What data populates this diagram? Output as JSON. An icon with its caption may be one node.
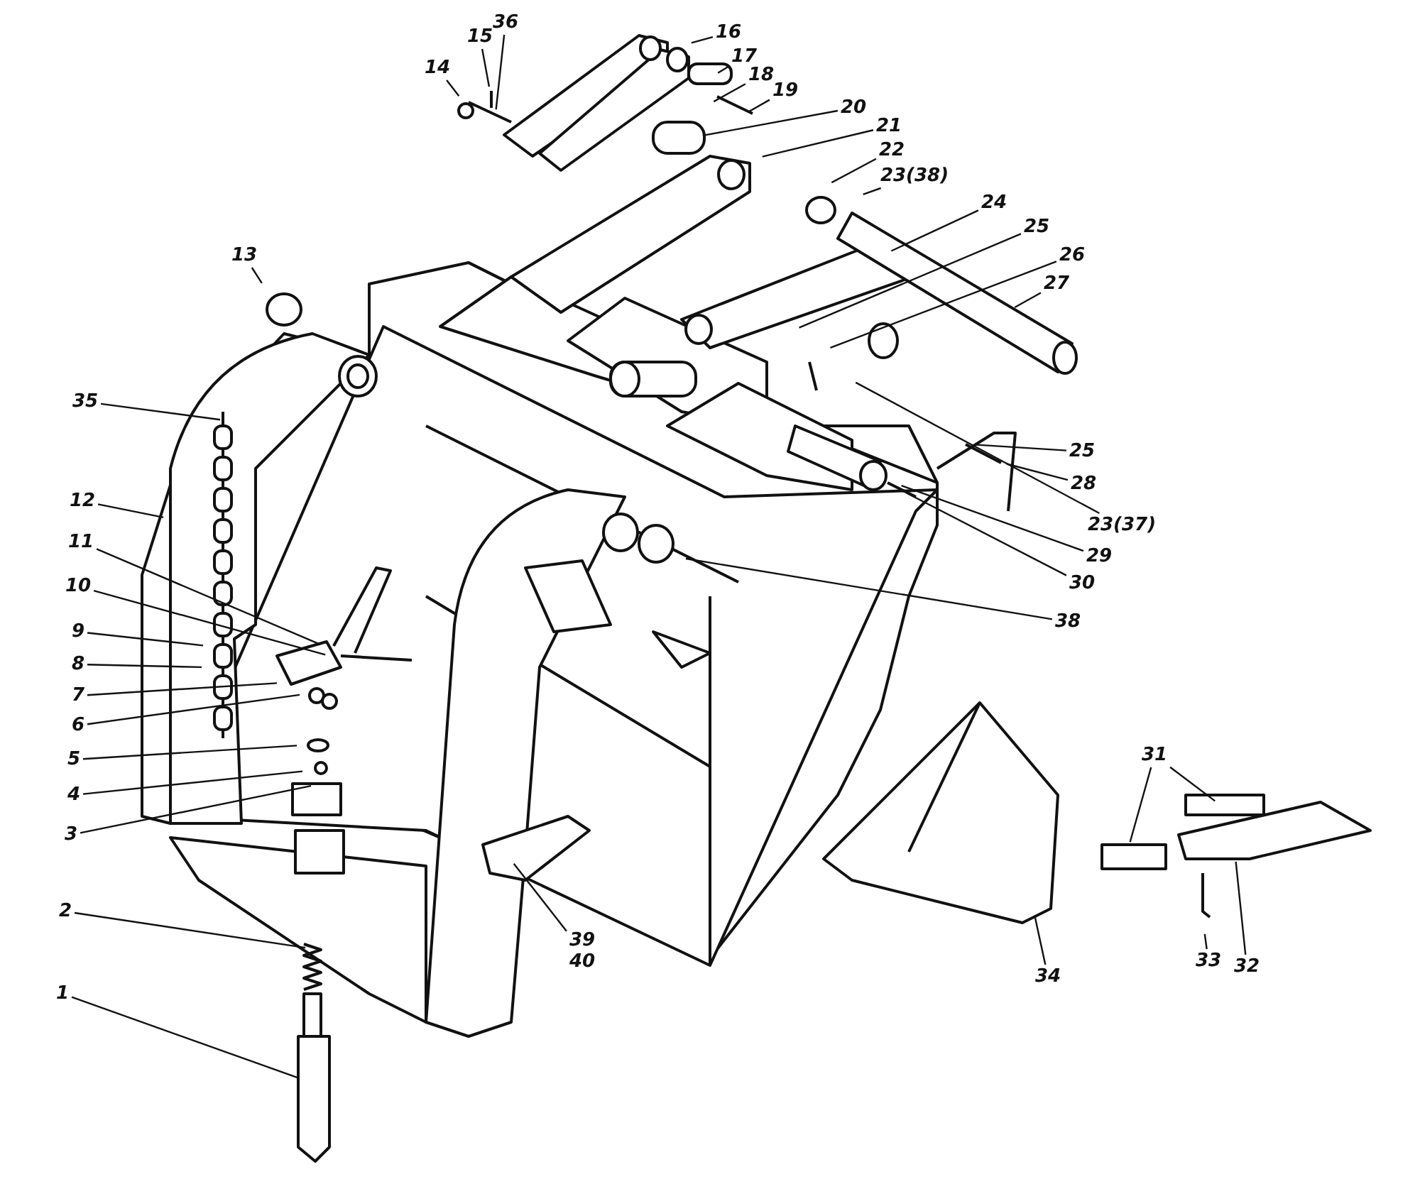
{
  "diagram": {
    "nodes": [
      {
        "text": [
          "14"
        ]
      },
      {
        "text": [
          "15"
        ]
      },
      {
        "text": [
          "36"
        ]
      },
      {
        "text": [
          "16"
        ]
      },
      {
        "text": [
          "17"
        ]
      },
      {
        "text": [
          "18"
        ]
      },
      {
        "text": [
          "19"
        ]
      },
      {
        "text": [
          "20"
        ]
      },
      {
        "text": [
          "21"
        ]
      },
      {
        "text": [
          "22"
        ]
      },
      {
        "text": [
          "23(38)"
        ]
      },
      {
        "text": [
          "24"
        ]
      },
      {
        "text": [
          "25"
        ]
      },
      {
        "text": [
          "26"
        ]
      },
      {
        "text": [
          "27"
        ]
      },
      {
        "text": [
          "13"
        ]
      },
      {
        "text": [
          "35"
        ]
      },
      {
        "text": [
          "25"
        ]
      },
      {
        "text": [
          "28"
        ]
      },
      {
        "text": [
          "23(37)"
        ]
      },
      {
        "text": [
          "29"
        ]
      },
      {
        "text": [
          "30"
        ]
      },
      {
        "text": [
          "12"
        ]
      },
      {
        "text": [
          "11"
        ]
      },
      {
        "text": [
          "10"
        ]
      },
      {
        "text": [
          "9"
        ]
      },
      {
        "text": [
          "8"
        ]
      },
      {
        "text": [
          "7"
        ]
      },
      {
        "text": [
          "6"
        ]
      },
      {
        "text": [
          "38"
        ]
      },
      {
        "text": [
          "5"
        ]
      },
      {
        "text": [
          "4"
        ]
      },
      {
        "text": [
          "3"
        ]
      },
      {
        "text": [
          "31"
        ]
      },
      {
        "text": [
          "2"
        ]
      },
      {
        "text": [
          "39",
          "40"
        ]
      },
      {
        "text": [
          "34"
        ]
      },
      {
        "text": [
          "33"
        ]
      },
      {
        "text": [
          "32"
        ]
      },
      {
        "text": [
          "1"
        ]
      }
    ],
    "edges": [
      {
        "from": 0,
        "to": null,
        "arrow": "none"
      },
      {
        "from": 1,
        "to": null,
        "arrow": "none"
      },
      {
        "from": 2,
        "to": null,
        "arrow": "none"
      },
      {
        "from": 3,
        "to": null,
        "arrow": "none"
      },
      {
        "from": 4,
        "to": null,
        "arrow": "none"
      },
      {
        "from": 5,
        "to": null,
        "arrow": "none"
      },
      {
        "from": 6,
        "to": null,
        "arrow": "none"
      },
      {
        "from": 7,
        "to": null,
        "arrow": "none"
      },
      {
        "from": 8,
        "to": null,
        "arrow": "none"
      },
      {
        "from": 9,
        "to": null,
        "arrow": "none"
      },
      {
        "from": 10,
        "to": null,
        "arrow": "none"
      },
      {
        "from": 11,
        "to": null,
        "arrow": "none"
      },
      {
        "from": 12,
        "to": null,
        "arrow": "none"
      },
      {
        "from": 13,
        "to": null,
        "arrow": "none"
      },
      {
        "from": 14,
        "to": null,
        "arrow": "none"
      },
      {
        "from": 15,
        "to": null,
        "arrow": "none"
      },
      {
        "from": 16,
        "to": null,
        "arrow": "none"
      },
      {
        "from": 17,
        "to": null,
        "arrow": "none"
      },
      {
        "from": 18,
        "to": null,
        "arrow": "none"
      },
      {
        "from": 19,
        "to": null,
        "arrow": "none"
      },
      {
        "from": 20,
        "to": null,
        "arrow": "none"
      },
      {
        "from": 21,
        "to": null,
        "arrow": "none"
      },
      {
        "from": 22,
        "to": null,
        "arrow": "none"
      },
      {
        "from": 23,
        "to": null,
        "arrow": "none"
      },
      {
        "from": 24,
        "to": null,
        "arrow": "none"
      },
      {
        "from": 25,
        "to": null,
        "arrow": "none"
      },
      {
        "from": 26,
        "to": null,
        "arrow": "none"
      },
      {
        "from": 27,
        "to": null,
        "arrow": "none"
      },
      {
        "from": 28,
        "to": null,
        "arrow": "none"
      },
      {
        "from": 29,
        "to": null,
        "arrow": "none"
      },
      {
        "from": 30,
        "to": null,
        "arrow": "none"
      },
      {
        "from": 31,
        "to": null,
        "arrow": "none"
      },
      {
        "from": 32,
        "to": null,
        "arrow": "none"
      },
      {
        "from": 33,
        "to": null,
        "arrow": "none"
      },
      {
        "from": 33,
        "to": null,
        "arrow": "none"
      },
      {
        "from": 34,
        "to": null,
        "arrow": "none"
      },
      {
        "from": 35,
        "to": null,
        "arrow": "none"
      },
      {
        "from": 36,
        "to": null,
        "arrow": "none"
      },
      {
        "from": 37,
        "to": null,
        "arrow": "none"
      },
      {
        "from": 38,
        "to": null,
        "arrow": "none"
      },
      {
        "from": 39,
        "to": null,
        "arrow": "none"
      }
    ]
  }
}
